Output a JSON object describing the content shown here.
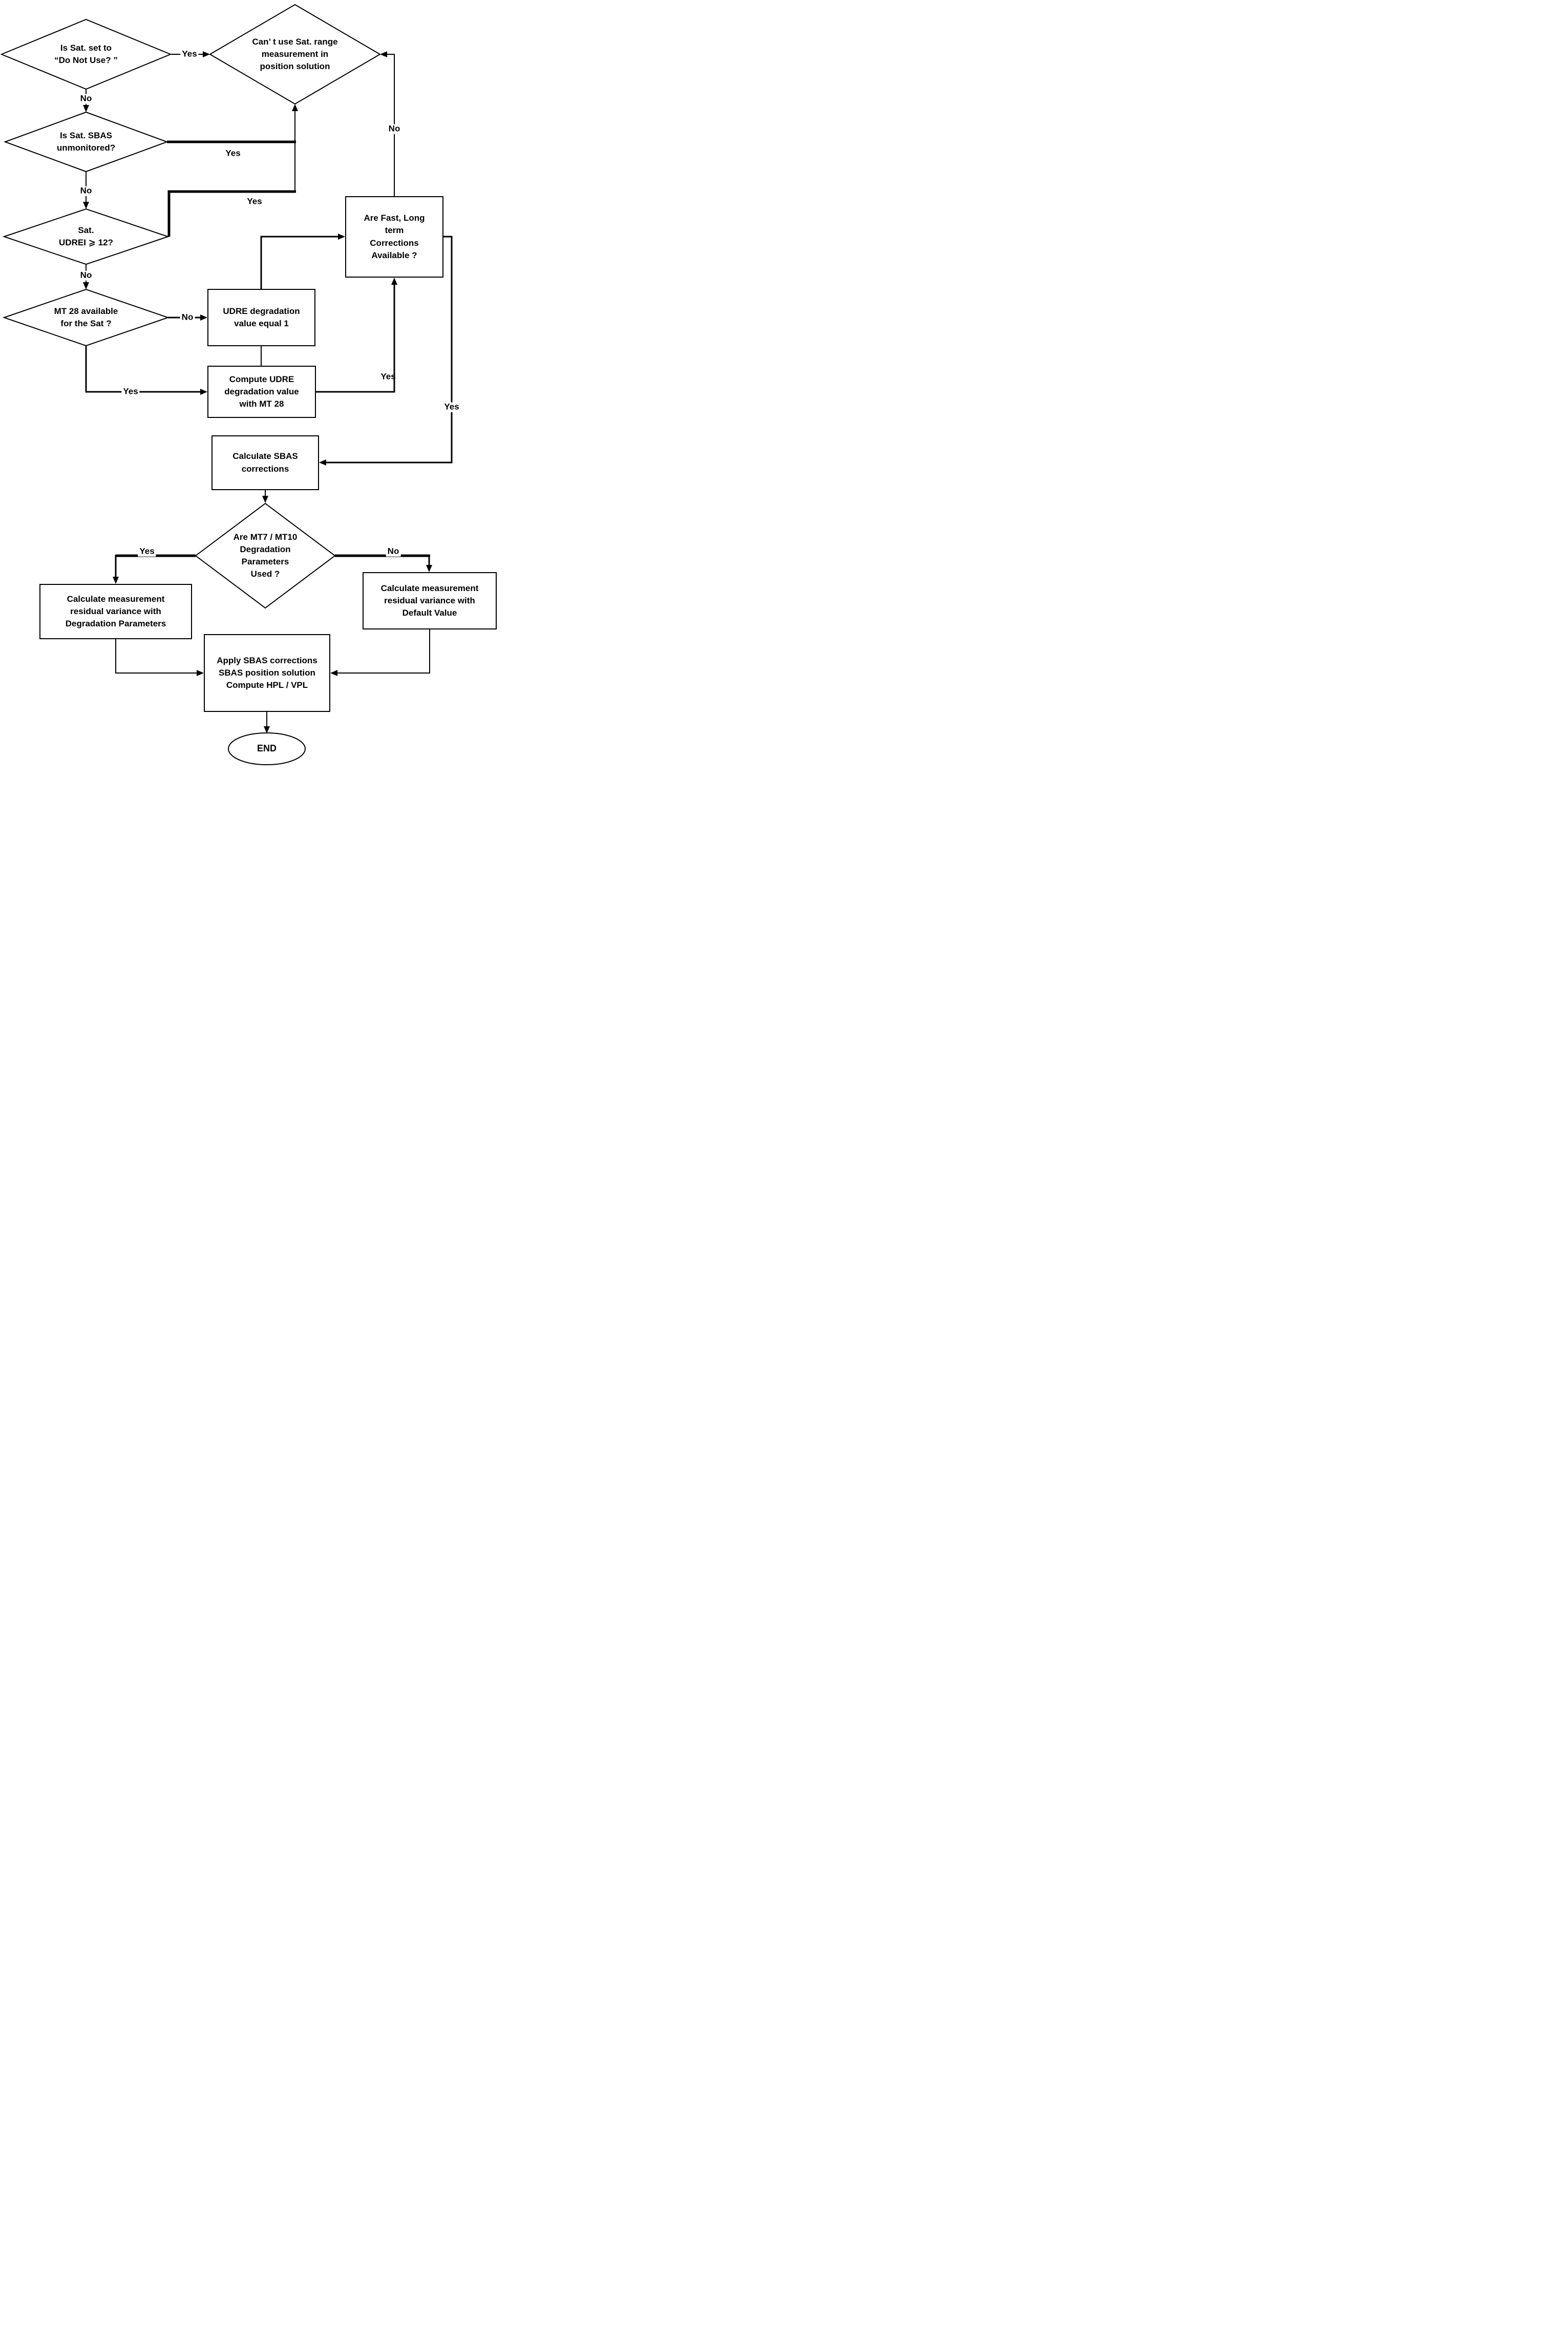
{
  "diagram_title": "SBAS satellite correction decision flowchart",
  "colors": {
    "line": "#000000",
    "fill": "#ffffff",
    "text": "#000000"
  },
  "nodes": {
    "decision_do_not_use": "Is Sat. set to\n“Do Not Use? ”",
    "sink_cant_use": "Can’ t use Sat. range\nmeasurement in\nposition solution",
    "decision_sbas_unmonitored": "Is Sat. SBAS\nunmonitored?",
    "decision_udrei": "Sat.\nUDREI ⩾ 12?",
    "decision_mt28": "MT 28 available\nfor the Sat ?",
    "process_udre_equal_1": "UDRE degradation\nvalue equal 1",
    "process_compute_udre": "Compute UDRE\ndegradation value\nwith MT 28",
    "decision_fast_long_term": "Are Fast, Long\nterm\nCorrections\nAvailable ?",
    "process_calc_sbas": "Calculate SBAS\ncorrections",
    "decision_mt7_mt10": "Are MT7 / MT10\nDegradation\nParameters\nUsed ?",
    "process_variance_degradation": "Calculate measurement\nresidual variance with\nDegradation Parameters",
    "process_variance_default": "Calculate measurement\nresidual variance with\nDefault Value",
    "process_apply_sbas": "Apply SBAS corrections\nSBAS position solution\nCompute HPL / VPL",
    "terminator_end": "END"
  },
  "labels": {
    "do_not_use_yes": "Yes",
    "do_not_use_no": "No",
    "sbas_unmonitored_yes": "Yes",
    "sbas_unmonitored_no": "No",
    "udrei_yes": "Yes",
    "udrei_no": "No",
    "mt28_no": "No",
    "mt28_yes": "Yes",
    "fast_long_term_no": "No",
    "compute_to_fast_yes": "Yes",
    "fast_long_term_yes": "Yes",
    "mt7_yes": "Yes",
    "mt7_no": "No"
  }
}
